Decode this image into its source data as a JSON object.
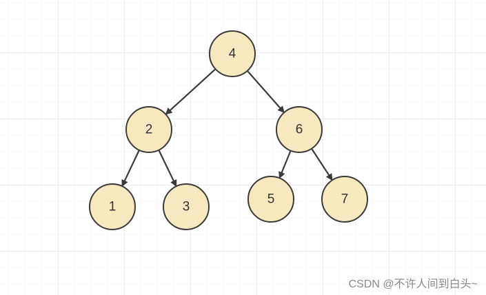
{
  "diagram": {
    "nodes": [
      {
        "id": "n4",
        "label": "4"
      },
      {
        "id": "n2",
        "label": "2"
      },
      {
        "id": "n6",
        "label": "6"
      },
      {
        "id": "n1",
        "label": "1"
      },
      {
        "id": "n3",
        "label": "3"
      },
      {
        "id": "n5",
        "label": "5"
      },
      {
        "id": "n7",
        "label": "7"
      }
    ],
    "edges": [
      {
        "from": "n4",
        "to": "n2"
      },
      {
        "from": "n4",
        "to": "n6"
      },
      {
        "from": "n2",
        "to": "n1"
      },
      {
        "from": "n2",
        "to": "n3"
      },
      {
        "from": "n6",
        "to": "n5"
      },
      {
        "from": "n6",
        "to": "n7"
      }
    ],
    "colors": {
      "node_fill": "#f7e9bf",
      "node_stroke": "#3a3a3a",
      "edge": "#3a3a3a"
    }
  },
  "watermark": "CSDN @不许人间到白头~"
}
